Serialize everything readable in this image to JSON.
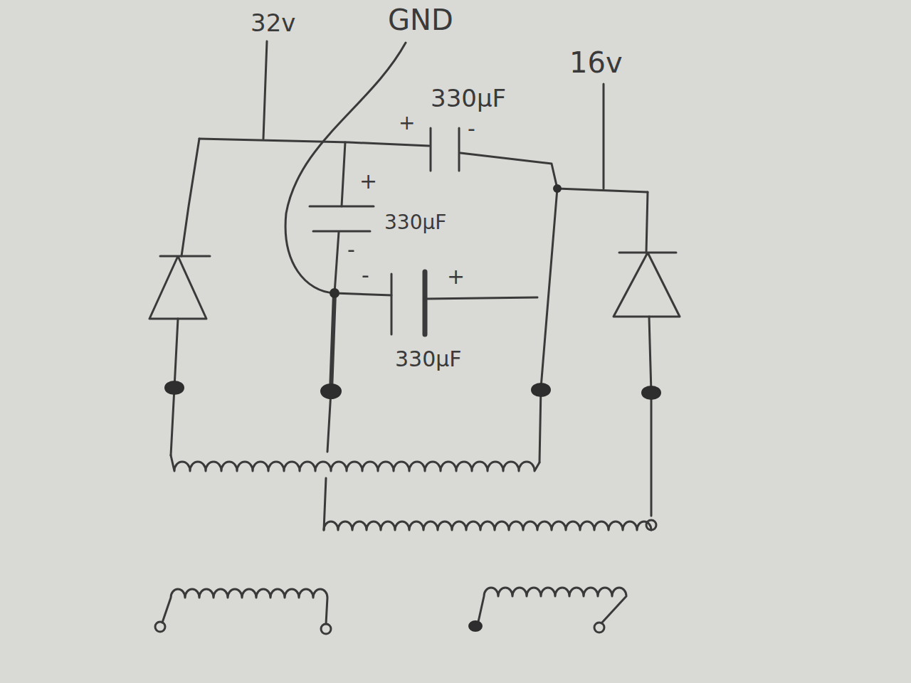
{
  "diagram": {
    "labels": [
      "32v",
      "GND",
      "16v",
      "+",
      "-",
      "330µF",
      "+",
      "330µF",
      "-",
      "-",
      "+",
      "330µF"
    ]
  }
}
